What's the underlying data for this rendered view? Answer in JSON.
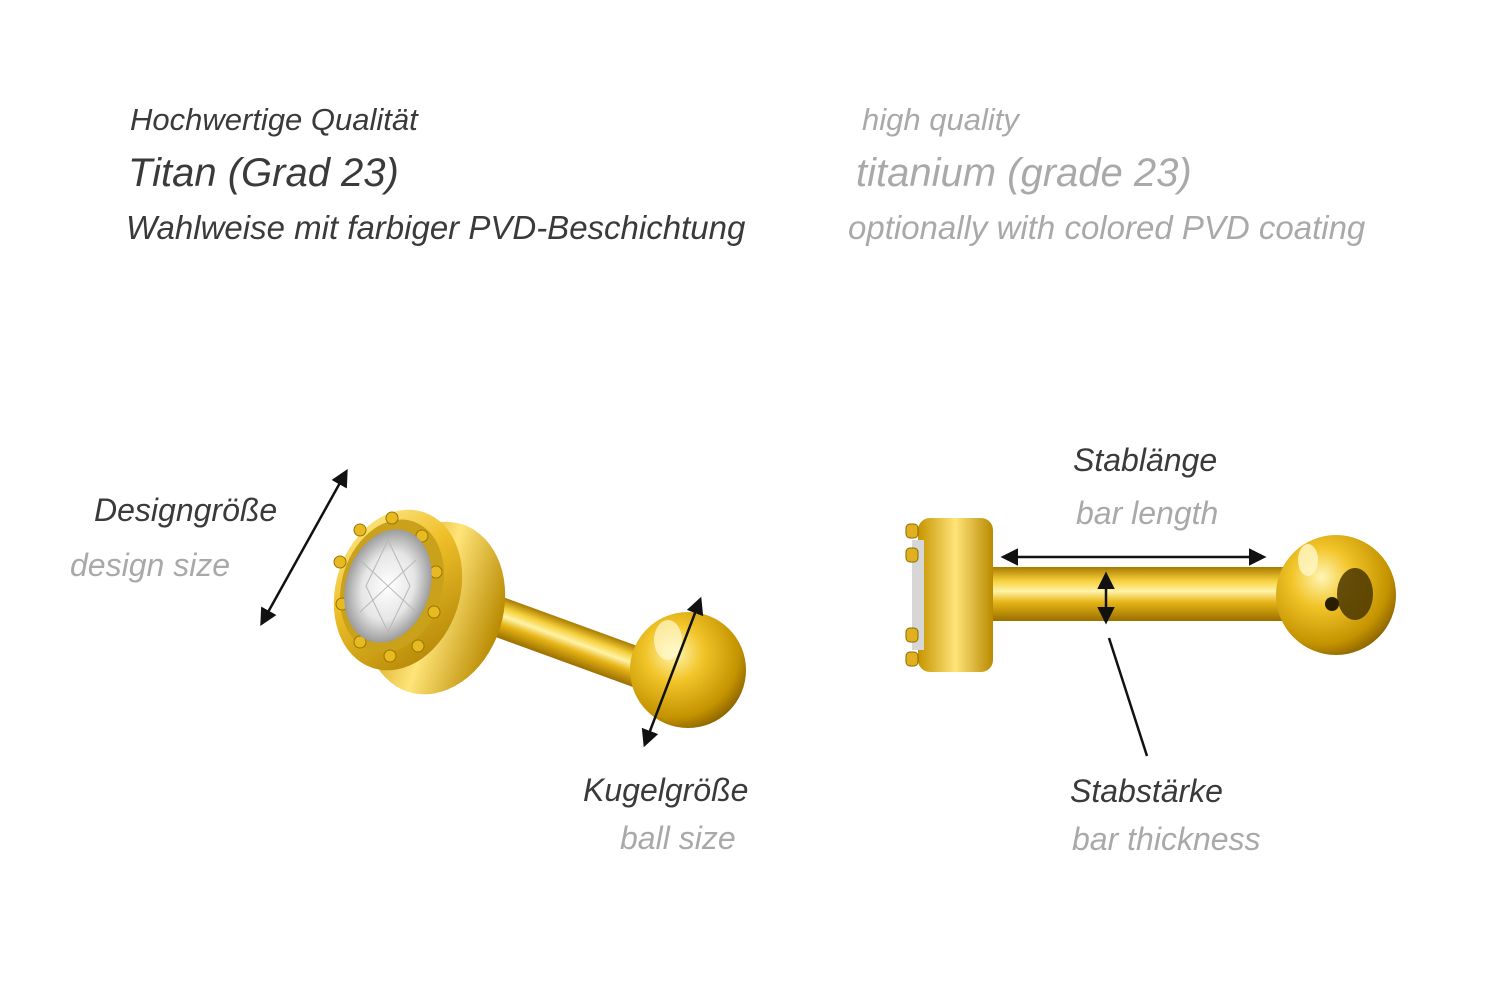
{
  "header": {
    "de": {
      "quality": "Hochwertige Qualität",
      "material": "Titan (Grad 23)",
      "coating": "Wahlweise mit farbiger PVD-Beschichtung"
    },
    "en": {
      "quality": "high quality",
      "material": "titanium (grade 23)",
      "coating": "optionally with colored PVD coating"
    }
  },
  "labels": {
    "design_size": {
      "de": "Designgröße",
      "en": "design size"
    },
    "ball_size": {
      "de": "Kugelgröße",
      "en": "ball size"
    },
    "bar_length": {
      "de": "Stablänge",
      "en": "bar length"
    },
    "bar_thickness": {
      "de": "Stabstärke",
      "en": "bar thickness"
    }
  },
  "colors": {
    "text_dark": "#3a3a3a",
    "text_grey": "#a9a9a9",
    "gold": "#e9b819",
    "gold_dark": "#b88a00",
    "gold_light": "#fff0a0"
  }
}
